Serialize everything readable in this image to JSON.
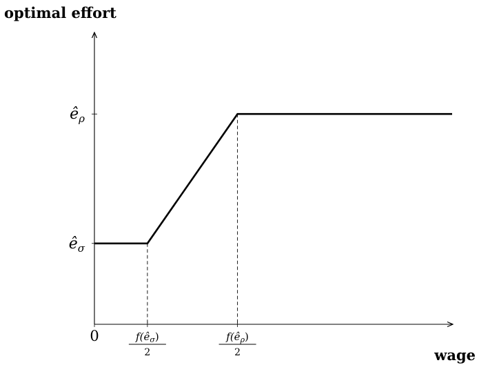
{
  "chart_data": {
    "type": "line",
    "title": "",
    "ylabel": "optimal effort",
    "xlabel": "wage",
    "x_ticks": [
      {
        "id": "zero",
        "value": 0,
        "label": "0"
      },
      {
        "id": "f-sigma",
        "value": 1,
        "numerator": "f(ê",
        "sub": "σ",
        "close": ")",
        "denominator": "2"
      },
      {
        "id": "f-rho",
        "value": 2.7,
        "numerator": "f(ê",
        "sub": "ρ",
        "close": ")",
        "denominator": "2"
      }
    ],
    "y_ticks": [
      {
        "id": "sigma",
        "value": 1,
        "base": "ê",
        "sub": "σ"
      },
      {
        "id": "rho",
        "value": 2.6,
        "base": "ê",
        "sub": "ρ"
      }
    ],
    "series": [
      {
        "x": [
          0,
          1,
          2.7,
          6.75
        ],
        "y": [
          1,
          1,
          2.6,
          2.6
        ]
      }
    ],
    "xlim": [
      0,
      6.75
    ],
    "ylim": [
      0,
      3.6
    ],
    "grid": false,
    "dashed_guides": [
      1,
      2.7
    ]
  }
}
